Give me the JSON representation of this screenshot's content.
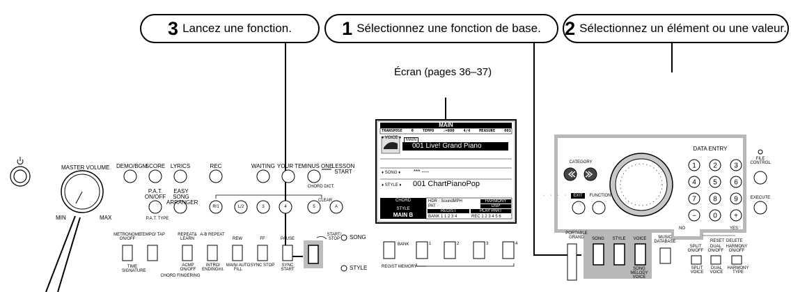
{
  "steps": [
    {
      "num": "3",
      "text": "Lancez une fonction."
    },
    {
      "num": "1",
      "text": "Sélectionnez une fonction de base."
    },
    {
      "num": "2",
      "text": "Sélectionnez un élément ou une valeur."
    }
  ],
  "screen_caption": "Écran (pages 36–37)",
  "lcd": {
    "title": "MAIN",
    "top_row": [
      "TRANSPOSE",
      "0",
      "TEMPO",
      "♩=080",
      "4/4",
      "MEASURE",
      "001"
    ],
    "voice_label": "♦ VOICE ♦",
    "main_tag": "MAIN",
    "voice_name": "001 Live! Grand Piano",
    "song_label": "♦ SONG ♦",
    "song_value": "*** ----",
    "style_label": "♦ STYLE ♦",
    "style_value": "001 ChartPianoPop",
    "chord_label": "CHORD",
    "hdr_line": "HDR · SoundMPH",
    "pat_line": "PAT ·",
    "harmony_tag": "HARMONY",
    "dsp_tag": "DSP",
    "style_box_label": "STYLE",
    "style_box_value": "MAIN B",
    "regist_label": "REGIST",
    "bank_line": "BANK 1  1 2 3 4",
    "play_part_label": "PLAY PART",
    "rec_line": "REC 1 2 3 4 5 6"
  },
  "panel": {
    "master_volume": "MASTER VOLUME",
    "min": "MIN",
    "max": "MAX",
    "demo": "DEMO/BGM",
    "score": "SCORE",
    "lyrics": "LYRICS",
    "rec": "REC",
    "waiting": "WAITING",
    "your_tempo": "YOUR TEMPO",
    "minus_one": "MINUS ONE",
    "lesson_start": "LESSON START",
    "chord_dict": "CHORD DICT.",
    "pat_onoff": "P.A.T. ON/OFF",
    "easy_song": "EASY SONG ARRANGER",
    "pat_type": "P.A.T. TYPE",
    "clear": "CLEAR",
    "r1": "R/1",
    "l2": "L/2",
    "t3": "3",
    "t4": "4",
    "t5": "5",
    "ta": "A",
    "metronome": "METRONOME ON/OFF",
    "tempo_tap": "TEMPO/ TAP",
    "repeat_learn": "REPEAT& LEARN",
    "ab_repeat": "A-B REPEAT",
    "rew": "REW",
    "ff": "FF",
    "pause": "PAUSE",
    "start_stop": "START/ STOP",
    "song_ind": "SONG",
    "style_ind": "STYLE",
    "time_sig": "TIME SIGNATURE",
    "acmp": "ACMP ON/OFF",
    "chord_fing": "CHORD FINGERING",
    "intro": "INTRO/ ENDING/rit.",
    "main_auto": "MAIN/ AUTO FILL",
    "sync_stop": "SYNC STOP",
    "sync_start": "SYNC START",
    "bank": "BANK",
    "regist_memory": "REGIST MEMORY",
    "r_1": "1",
    "r_2": "2",
    "r_3": "3",
    "r_4": "4",
    "exit": "EXIT",
    "function": "FUNCTION",
    "category": "CATEGORY",
    "data_entry": "DATA ENTRY",
    "file_control": "FILE CONTROL",
    "execute": "EXECUTE",
    "portable_grand": "PORTABLE GRAND",
    "song": "SONG",
    "style": "STYLE",
    "voice": "VOICE",
    "music_db": "MUSIC DATABASE",
    "song_melody_voice": "SONG MELODY VOICE",
    "split": "SPLIT ON/OFF",
    "dual": "DUAL ON/OFF",
    "harmony": "HARMONY ON/OFF",
    "split_voice": "SPLIT VOICE",
    "dual_voice": "DUAL VOICE",
    "harmony_type": "HARMONY TYPE",
    "no": "NO",
    "yes": "YES",
    "reset": "RESET",
    "delete": "DELETE",
    "keys": [
      "1",
      "2",
      "3",
      "4",
      "5",
      "6",
      "7",
      "8",
      "9",
      "−",
      "0",
      "+"
    ]
  }
}
